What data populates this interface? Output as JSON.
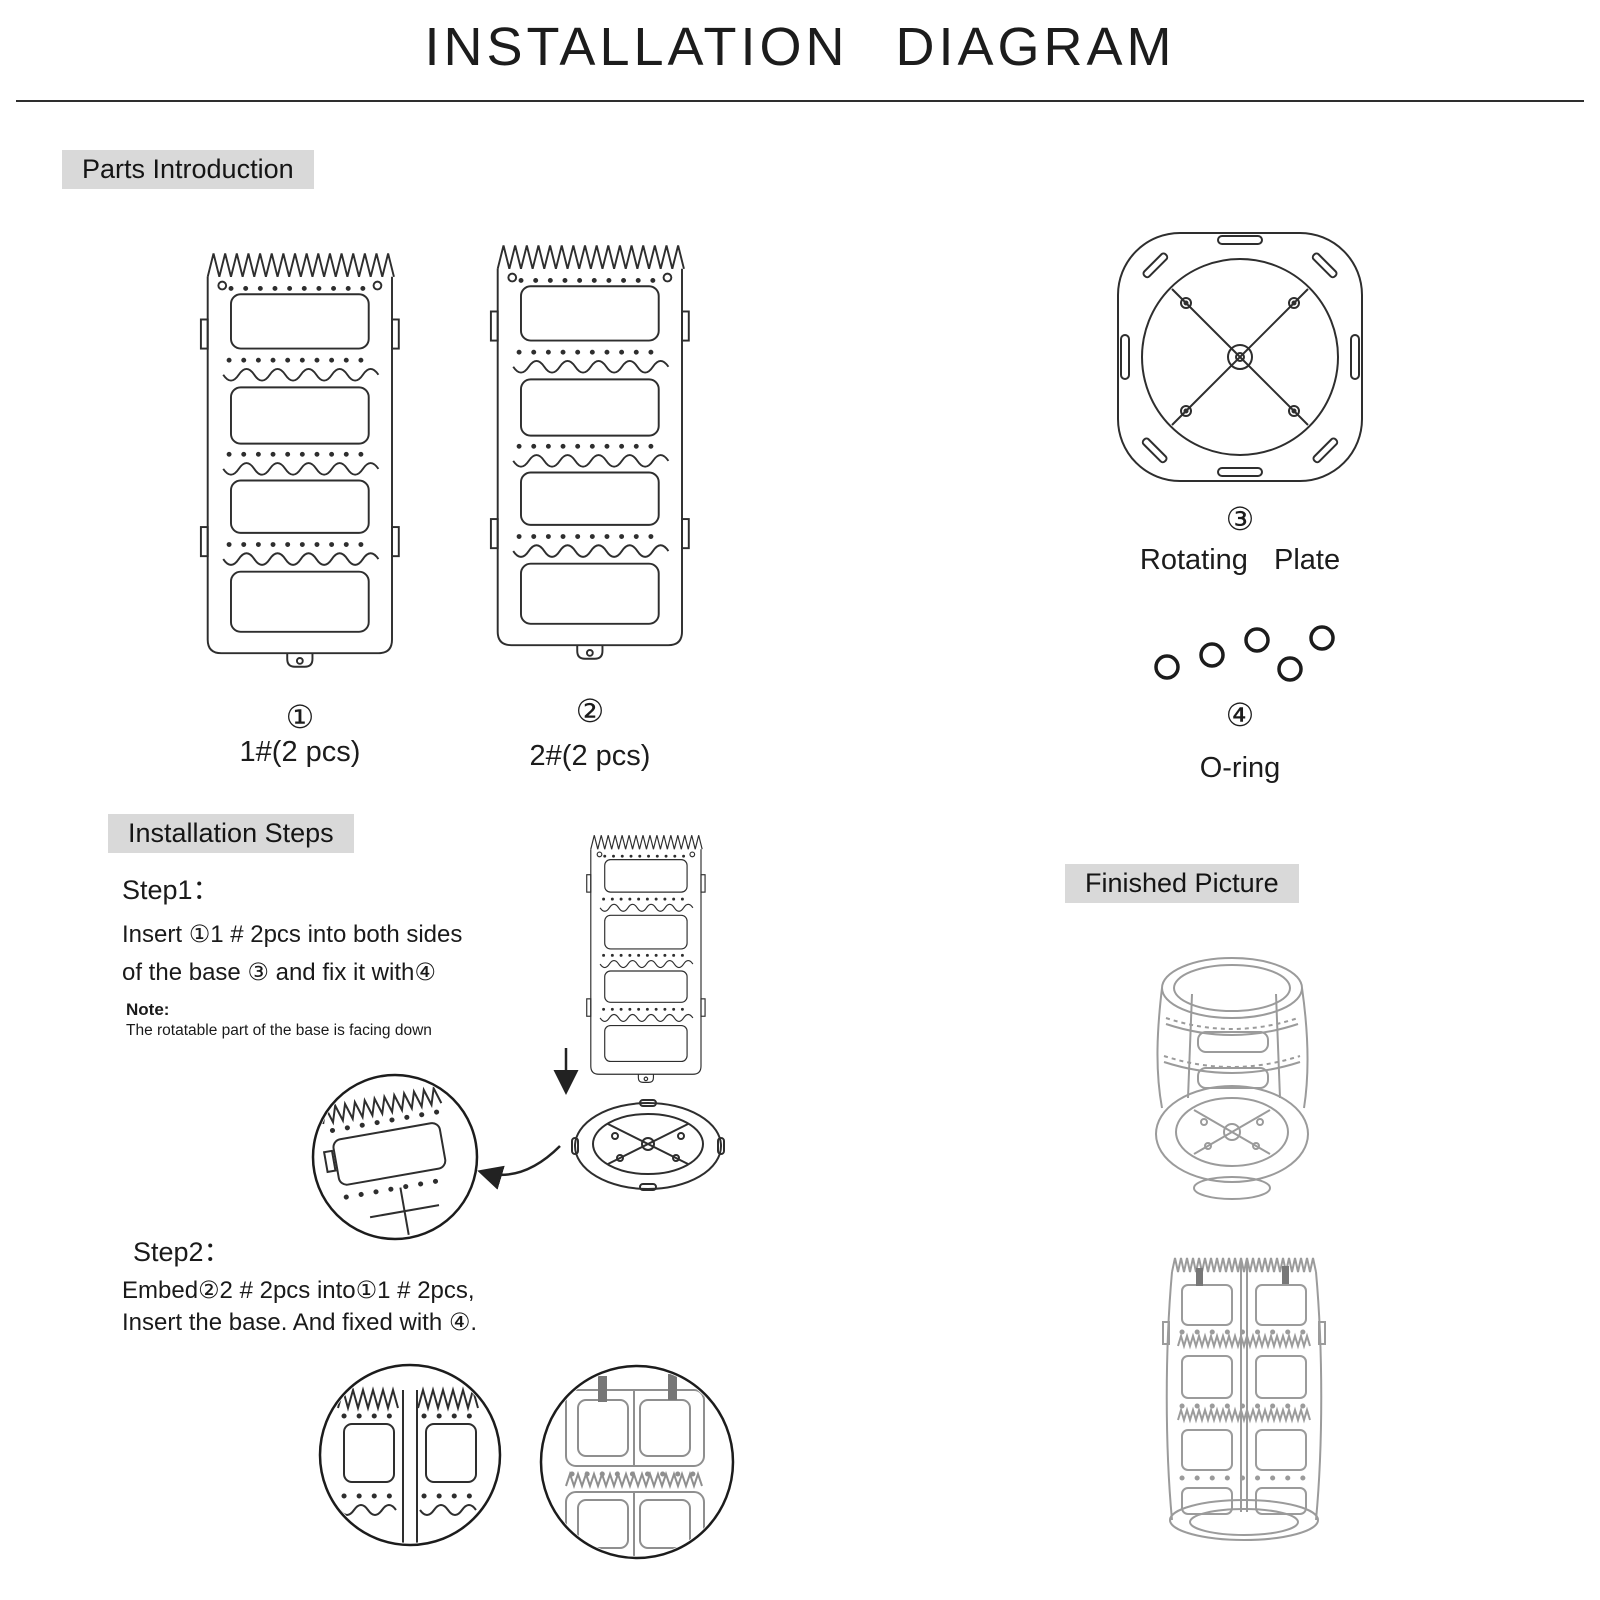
{
  "page": {
    "title": "INSTALLATION DIAGRAM"
  },
  "parts": {
    "heading": "Parts Introduction",
    "part1": {
      "number": "①",
      "label": "1#(2 pcs)"
    },
    "part2": {
      "number": "②",
      "label": "2#(2 pcs)"
    },
    "part3": {
      "number": "③",
      "label": "Rotating Plate"
    },
    "part4": {
      "number": "④",
      "label": "O-ring"
    }
  },
  "steps": {
    "heading": "Installation Steps",
    "step1": {
      "title": "Step1：",
      "line1": "Insert ①1 # 2pcs into both sides",
      "line2": "of the base ③ and fix it with④",
      "note_title": "Note:",
      "note_text": "The rotatable part of the base is facing down"
    },
    "step2": {
      "title": "Step2：",
      "line1": "Embed②2 # 2pcs into①1 # 2pcs,",
      "line2": "Insert the base. And fixed with ④."
    }
  },
  "finished": {
    "heading": "Finished Picture"
  },
  "colors": {
    "line": "#2e2e2e",
    "faint": "#9b9b9b",
    "label_bg": "#d9d9d9"
  }
}
